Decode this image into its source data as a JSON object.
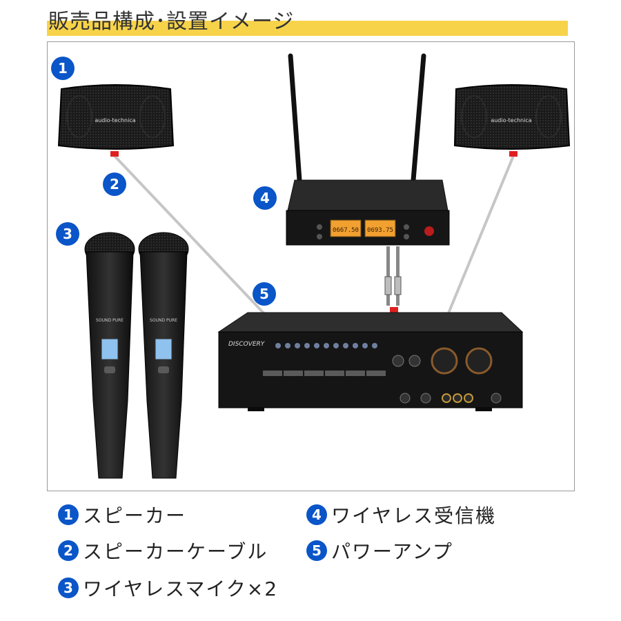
{
  "header": {
    "title": "販売品構成･設置イメージ"
  },
  "diagram": {
    "badges": [
      "1",
      "2",
      "3",
      "4",
      "5"
    ],
    "speaker_brand": "audio-technica",
    "amp_brand": "DISCOVERY",
    "receiver_display_1": "0667.50",
    "receiver_display_2": "0693.75",
    "mic_brand": "SOUND PURE"
  },
  "legend": [
    {
      "num": "1",
      "label": "スピーカー"
    },
    {
      "num": "2",
      "label": "スピーカーケーブル"
    },
    {
      "num": "3",
      "label": "ワイヤレスマイク×2"
    },
    {
      "num": "4",
      "label": "ワイヤレス受信機"
    },
    {
      "num": "5",
      "label": "パワーアンプ"
    }
  ],
  "colors": {
    "accent_band": "#f7d34a",
    "badge": "#0a55c8",
    "cable": "#c8c8c8",
    "connector": "#e02020"
  }
}
